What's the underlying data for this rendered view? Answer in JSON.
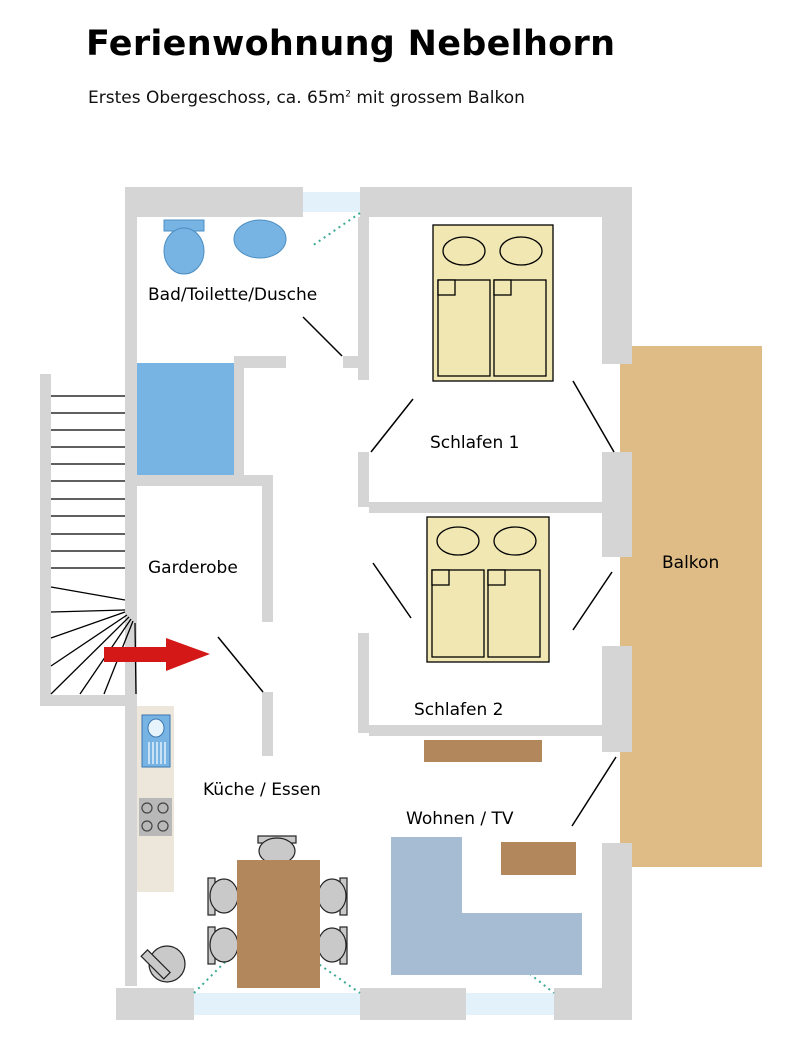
{
  "header": {
    "title": "Ferienwohnung Nebelhorn",
    "subtitle_main": "Erstes Obergeschoss, ca. 65m",
    "subtitle_sup": "2",
    "subtitle_rest": " mit grossem Balkon"
  },
  "rooms": {
    "bad": "Bad/Toilette/Dusche",
    "schlafen1": "Schlafen 1",
    "schlafen2": "Schlafen 2",
    "garderobe": "Garderobe",
    "kueche": "Küche / Essen",
    "wohnen": "Wohnen / TV",
    "balkon": "Balkon"
  },
  "colors": {
    "wall": "#d5d5d5",
    "window": "#e3f1fa",
    "balcony": "#dfbc85",
    "bed": "#f0e7b3",
    "sofa": "#a6bcd2",
    "wood": "#b3875c",
    "blue_fixture": "#78b4e3",
    "arrow": "#d41717"
  }
}
